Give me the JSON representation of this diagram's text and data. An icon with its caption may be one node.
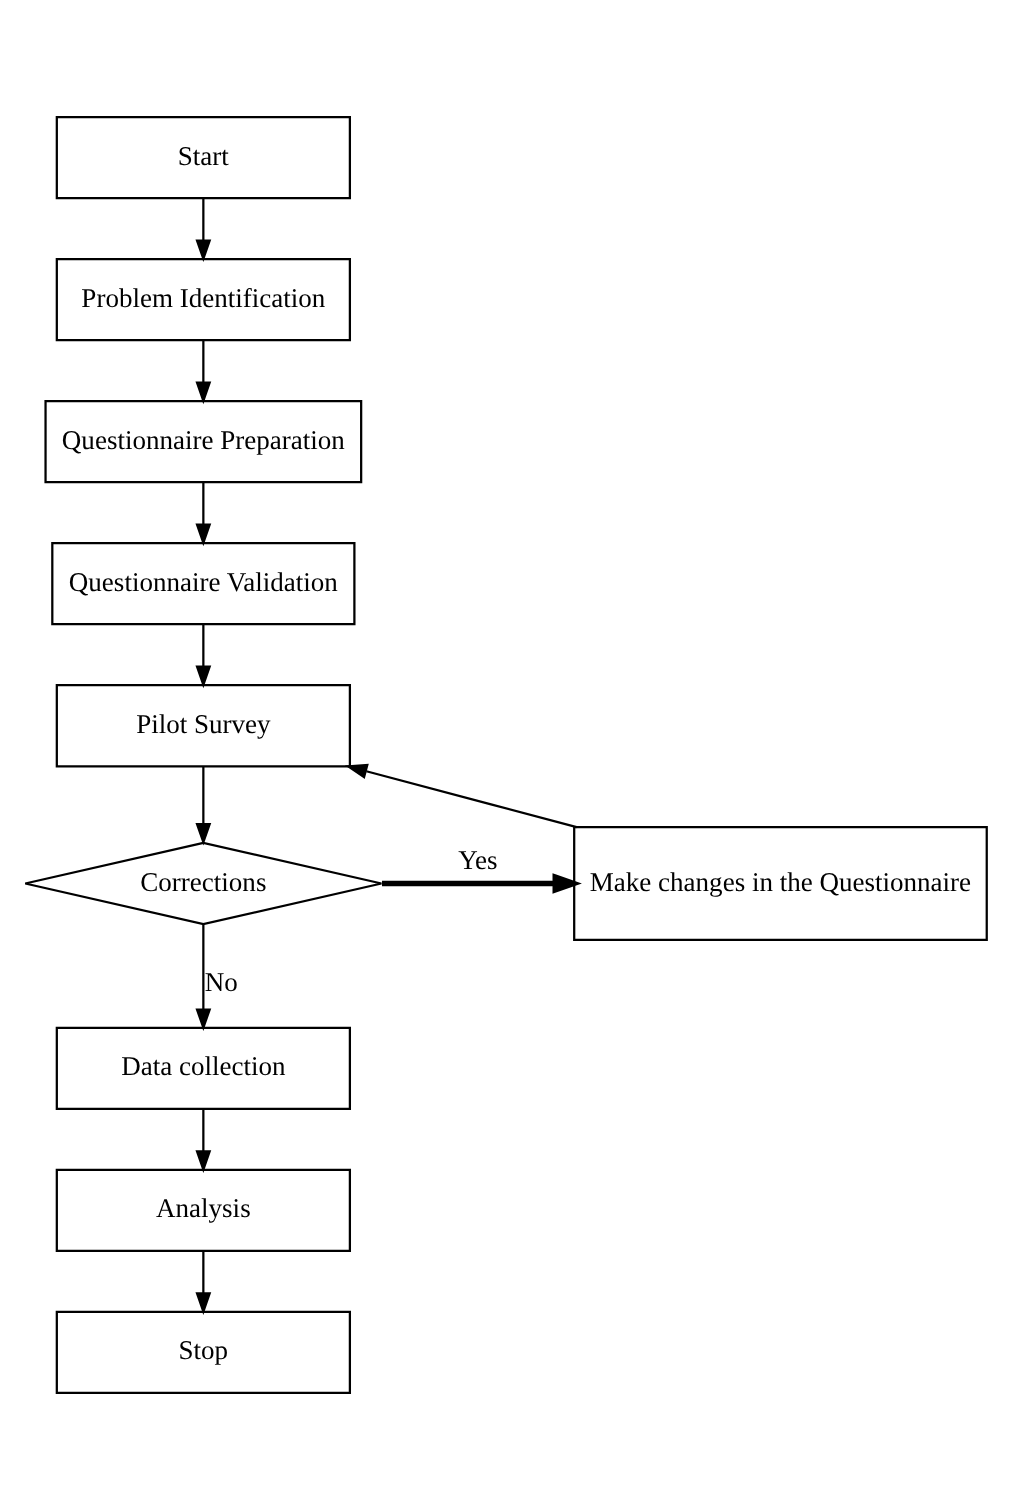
{
  "diagram": {
    "nodes": [
      {
        "text": [
          "Start"
        ]
      },
      {
        "text": [
          "Problem Identification"
        ]
      },
      {
        "text": [
          "Questionnaire Preparation"
        ]
      },
      {
        "text": [
          "Questionnaire Validation"
        ]
      },
      {
        "text": [
          "Pilot Survey"
        ]
      },
      {
        "text": [
          "Corrections"
        ]
      },
      {
        "text": [
          "Make changes in the Questionnaire"
        ]
      },
      {
        "text": [
          "Data collection"
        ]
      },
      {
        "text": [
          "Analysis"
        ]
      },
      {
        "text": [
          "Stop"
        ]
      }
    ],
    "edges": [
      {
        "from": 0,
        "to": 1,
        "arrow": "to"
      },
      {
        "from": 1,
        "to": 2,
        "arrow": "to"
      },
      {
        "from": 2,
        "to": 3,
        "arrow": "to"
      },
      {
        "from": 3,
        "to": 4,
        "arrow": "to"
      },
      {
        "from": 4,
        "to": 5,
        "arrow": "to"
      },
      {
        "from": 5,
        "to": 6,
        "arrow": "to",
        "label": "Yes",
        "style": "thick"
      },
      {
        "from": 6,
        "to": 4,
        "arrow": "to"
      },
      {
        "from": 5,
        "to": 7,
        "arrow": "to",
        "label": "No"
      },
      {
        "from": 7,
        "to": 8,
        "arrow": "to"
      },
      {
        "from": 8,
        "to": 9,
        "arrow": "to"
      }
    ]
  }
}
